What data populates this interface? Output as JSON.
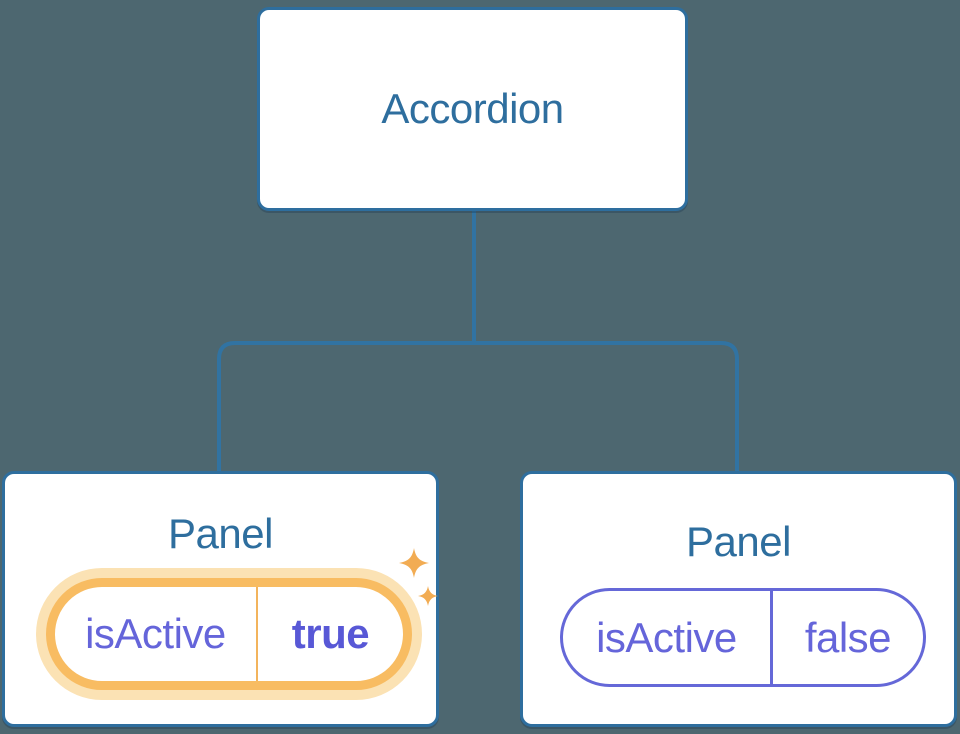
{
  "diagram": {
    "description": "Component tree diagram: Accordion root with two Panel children holding isActive state",
    "root": {
      "label": "Accordion"
    },
    "panels": [
      {
        "label": "Panel",
        "state": {
          "name": "isActive",
          "value": "true"
        },
        "highlighted": true,
        "icon": "sparkles-icon"
      },
      {
        "label": "Panel",
        "state": {
          "name": "isActive",
          "value": "false"
        },
        "highlighted": false
      }
    ]
  },
  "colors": {
    "background": "#4D6770",
    "box_border": "#2E6E9E",
    "connector": "#3173A2",
    "heading_text": "#2E6E9E",
    "purple_text": "#6565DA",
    "purple_bold_text": "#5858D6",
    "purple_border": "#6568D8",
    "orange_ring": "#F8BC62",
    "orange_halo": "#FBE2B4",
    "orange_divider": "#F3B45C",
    "sparkle": "#F2AC53"
  }
}
